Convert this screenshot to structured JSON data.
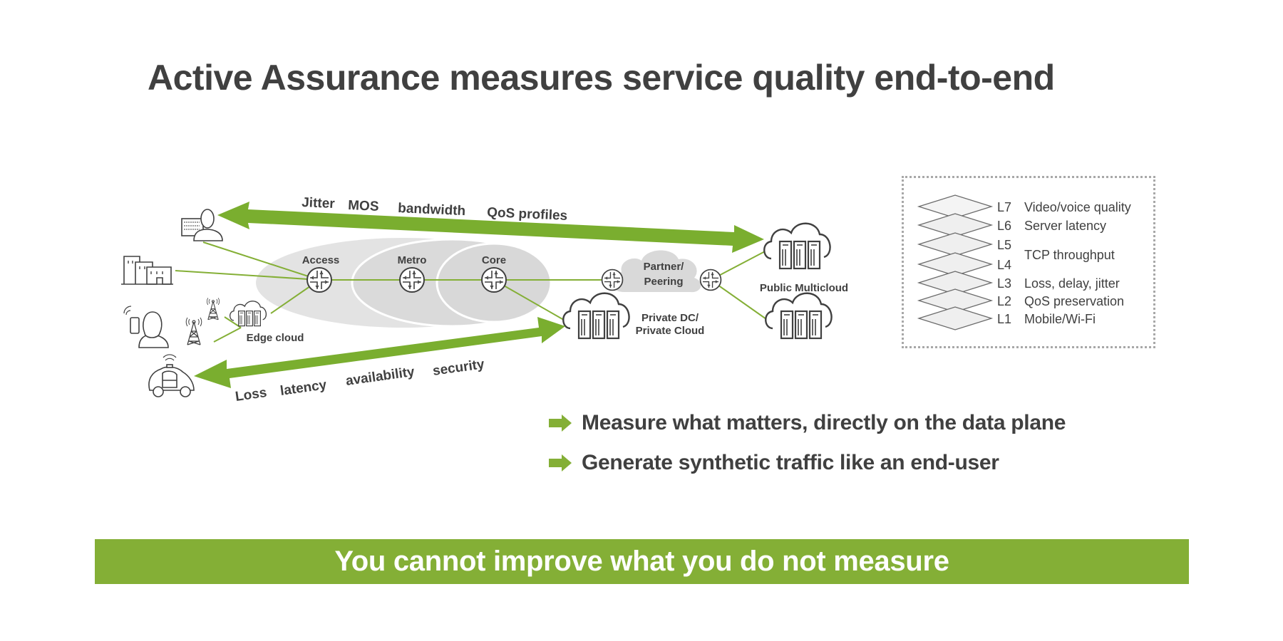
{
  "slide": {
    "title": "Active Assurance measures service quality end-to-end",
    "accent_color": "#84af36",
    "text_color": "#404040"
  },
  "diagram": {
    "top_arrow_labels": [
      "Jitter",
      "MOS",
      "bandwidth",
      "QoS profiles"
    ],
    "bottom_arrow_labels": [
      "Loss",
      "latency",
      "availability",
      "security"
    ],
    "network_segments": [
      "Access",
      "Metro",
      "Core"
    ],
    "partner_cloud": [
      "Partner/",
      "Peering"
    ],
    "private_cloud": [
      "Private DC/",
      "Private Cloud"
    ],
    "public_cloud": "Public Multicloud",
    "edge_cloud": "Edge cloud",
    "endpoints": [
      "user-at-computer",
      "office-buildings",
      "mobile-user",
      "cell-towers",
      "connected-car"
    ]
  },
  "osi_layers": [
    {
      "layer": "L7",
      "description": "Video/voice quality"
    },
    {
      "layer": "L6",
      "description": "Server latency"
    },
    {
      "layer": "L5",
      "description": ""
    },
    {
      "layer": "L4",
      "description": ""
    },
    {
      "layer": "L3",
      "description": "Loss, delay, jitter"
    },
    {
      "layer": "L2",
      "description": "QoS preservation"
    },
    {
      "layer": "L1",
      "description": "Mobile/Wi-Fi"
    }
  ],
  "osi_grouped_label": "TCP throughput",
  "bullets": [
    "Measure what matters, directly on the data plane",
    "Generate synthetic traffic like an end-user"
  ],
  "banner": "You cannot improve what you do not measure"
}
